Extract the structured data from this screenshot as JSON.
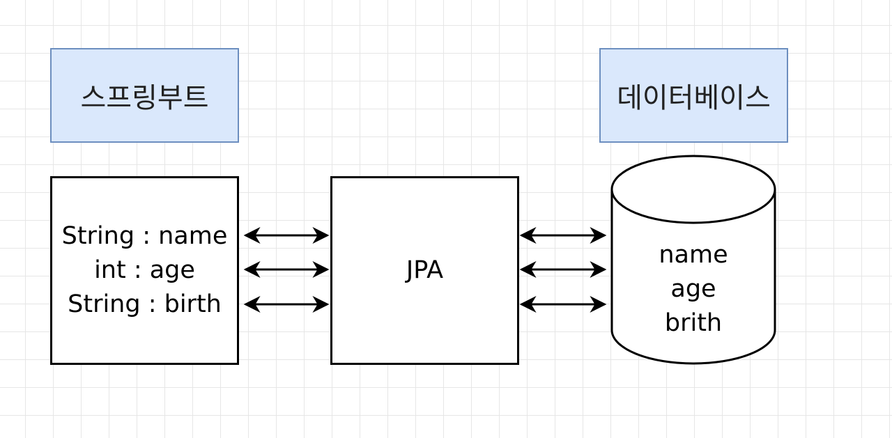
{
  "labels": {
    "spring": "스프링부트",
    "database": "데이터베이스"
  },
  "entity": {
    "fields": [
      "String : name",
      "int : age",
      "String : birth"
    ]
  },
  "jpa": {
    "label": "JPA"
  },
  "db": {
    "columns": [
      "name",
      "age",
      "brith"
    ]
  },
  "colors": {
    "label_fill": "#dae8fc",
    "label_stroke": "#6c8ebf",
    "line": "#000000",
    "grid": "#e6e6e6"
  }
}
